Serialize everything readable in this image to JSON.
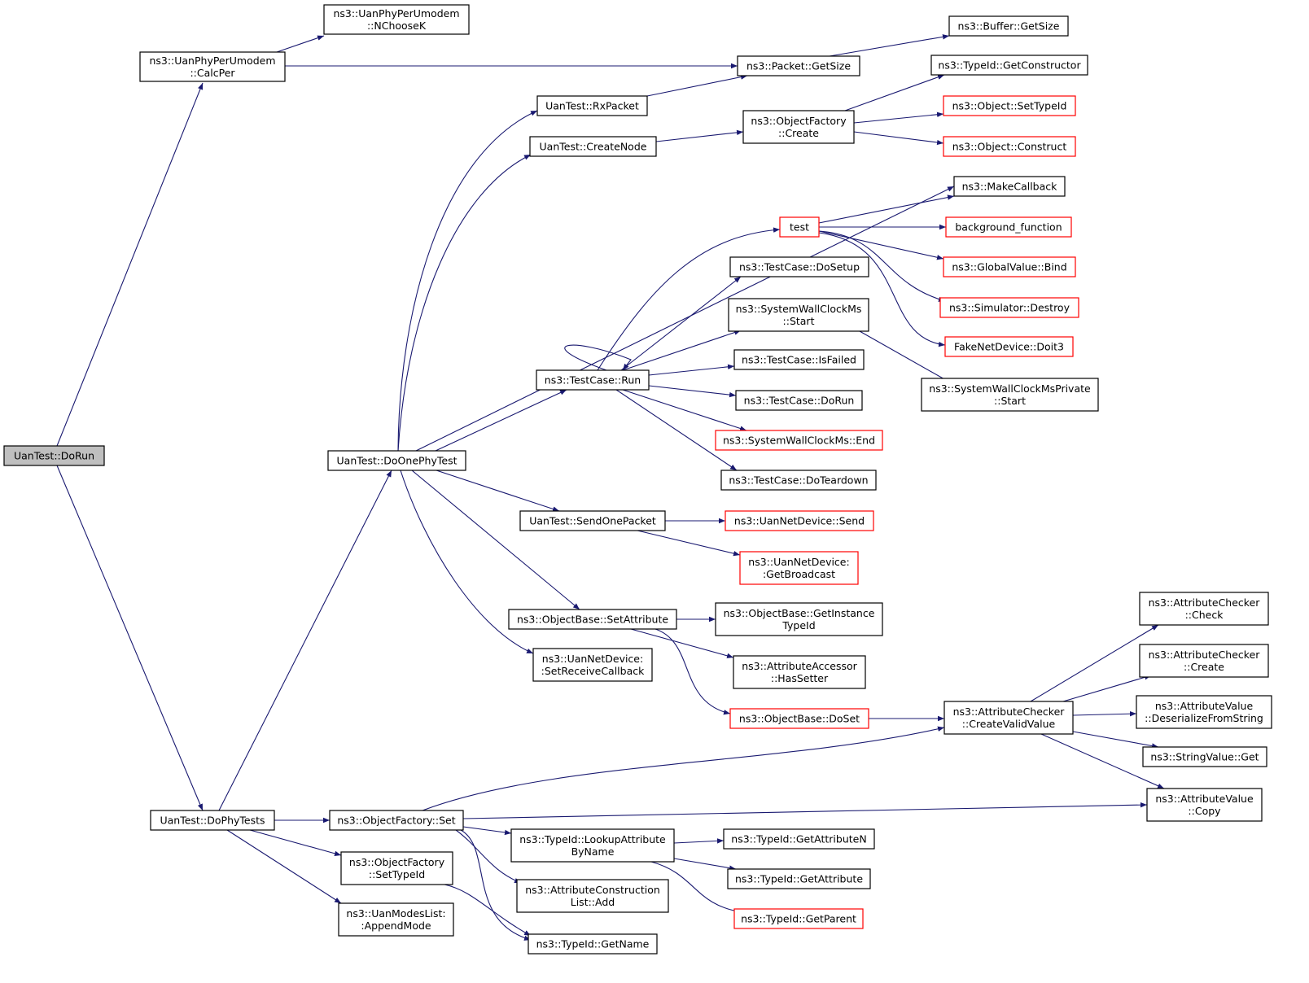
{
  "colors": {
    "edge": "#191970",
    "node_border": "#000000",
    "node_border_truncated": "#ff0000",
    "node_fill": "#ffffff",
    "root_fill": "#bfbfbf"
  },
  "nodes": {
    "doRun": {
      "lines": [
        "UanTest::DoRun"
      ],
      "style": "root"
    },
    "calcPer": {
      "lines": [
        "ns3::UanPhyPerUmodem",
        "::CalcPer"
      ],
      "style": "normal"
    },
    "nChooseK": {
      "lines": [
        "ns3::UanPhyPerUmodem",
        "::NChooseK"
      ],
      "style": "normal"
    },
    "packetGetSize": {
      "lines": [
        "ns3::Packet::GetSize"
      ],
      "style": "normal"
    },
    "bufferGetSize": {
      "lines": [
        "ns3::Buffer::GetSize"
      ],
      "style": "normal"
    },
    "rxPacket": {
      "lines": [
        "UanTest::RxPacket"
      ],
      "style": "normal"
    },
    "createNode": {
      "lines": [
        "UanTest::CreateNode"
      ],
      "style": "normal"
    },
    "objectFactoryCreate": {
      "lines": [
        "ns3::ObjectFactory",
        "::Create"
      ],
      "style": "normal"
    },
    "typeIdGetConstructor": {
      "lines": [
        "ns3::TypeId::GetConstructor"
      ],
      "style": "normal"
    },
    "objectSetTypeId": {
      "lines": [
        "ns3::Object::SetTypeId"
      ],
      "style": "truncated"
    },
    "objectConstruct": {
      "lines": [
        "ns3::Object::Construct"
      ],
      "style": "truncated"
    },
    "makeCallback": {
      "lines": [
        "ns3::MakeCallback"
      ],
      "style": "normal"
    },
    "test": {
      "lines": [
        "test"
      ],
      "style": "truncated"
    },
    "backgroundFunction": {
      "lines": [
        "background_function"
      ],
      "style": "truncated"
    },
    "globalValueBind": {
      "lines": [
        "ns3::GlobalValue::Bind"
      ],
      "style": "truncated"
    },
    "simulatorDestroy": {
      "lines": [
        "ns3::Simulator::Destroy"
      ],
      "style": "truncated"
    },
    "fakeNetDeviceDoit3": {
      "lines": [
        "FakeNetDevice::Doit3"
      ],
      "style": "truncated"
    },
    "testCaseDoSetup": {
      "lines": [
        "ns3::TestCase::DoSetup"
      ],
      "style": "normal"
    },
    "wallClockStart": {
      "lines": [
        "ns3::SystemWallClockMs",
        "::Start"
      ],
      "style": "normal"
    },
    "wallClockPrivateStart": {
      "lines": [
        "ns3::SystemWallClockMsPrivate",
        "::Start"
      ],
      "style": "normal"
    },
    "testCaseIsFailed": {
      "lines": [
        "ns3::TestCase::IsFailed"
      ],
      "style": "normal"
    },
    "testCaseRun": {
      "lines": [
        "ns3::TestCase::Run"
      ],
      "style": "normal"
    },
    "testCaseDoRun": {
      "lines": [
        "ns3::TestCase::DoRun"
      ],
      "style": "normal"
    },
    "wallClockEnd": {
      "lines": [
        "ns3::SystemWallClockMs::End"
      ],
      "style": "truncated"
    },
    "testCaseDoTeardown": {
      "lines": [
        "ns3::TestCase::DoTeardown"
      ],
      "style": "normal"
    },
    "doOnePhyTest": {
      "lines": [
        "UanTest::DoOnePhyTest"
      ],
      "style": "normal"
    },
    "sendOnePacket": {
      "lines": [
        "UanTest::SendOnePacket"
      ],
      "style": "normal"
    },
    "uanNetDeviceSend": {
      "lines": [
        "ns3::UanNetDevice::Send"
      ],
      "style": "truncated"
    },
    "uanNetDeviceGetBroadcast": {
      "lines": [
        "ns3::UanNetDevice:",
        ":GetBroadcast"
      ],
      "style": "truncated"
    },
    "objectBaseSetAttribute": {
      "lines": [
        "ns3::ObjectBase::SetAttribute"
      ],
      "style": "normal"
    },
    "objectBaseGetInstanceTypeId": {
      "lines": [
        "ns3::ObjectBase::GetInstance",
        "TypeId"
      ],
      "style": "normal"
    },
    "uanNetDeviceSetReceiveCallback": {
      "lines": [
        "ns3::UanNetDevice:",
        ":SetReceiveCallback"
      ],
      "style": "normal"
    },
    "attributeAccessorHasSetter": {
      "lines": [
        "ns3::AttributeAccessor",
        "::HasSetter"
      ],
      "style": "normal"
    },
    "objectBaseDoSet": {
      "lines": [
        "ns3::ObjectBase::DoSet"
      ],
      "style": "truncated"
    },
    "attributeCheckerCreateValidValue": {
      "lines": [
        "ns3::AttributeChecker",
        "::CreateValidValue"
      ],
      "style": "normal"
    },
    "attributeCheckerCheck": {
      "lines": [
        "ns3::AttributeChecker",
        "::Check"
      ],
      "style": "normal"
    },
    "attributeCheckerCreate": {
      "lines": [
        "ns3::AttributeChecker",
        "::Create"
      ],
      "style": "normal"
    },
    "attributeValueDeserialize": {
      "lines": [
        "ns3::AttributeValue",
        "::DeserializeFromString"
      ],
      "style": "normal"
    },
    "stringValueGet": {
      "lines": [
        "ns3::StringValue::Get"
      ],
      "style": "normal"
    },
    "attributeValueCopy": {
      "lines": [
        "ns3::AttributeValue",
        "::Copy"
      ],
      "style": "normal"
    },
    "doPhyTests": {
      "lines": [
        "UanTest::DoPhyTests"
      ],
      "style": "normal"
    },
    "objectFactorySet": {
      "lines": [
        "ns3::ObjectFactory::Set"
      ],
      "style": "normal"
    },
    "objectFactorySetTypeId": {
      "lines": [
        "ns3::ObjectFactory",
        "::SetTypeId"
      ],
      "style": "normal"
    },
    "uanModesListAppendMode": {
      "lines": [
        "ns3::UanModesList:",
        ":AppendMode"
      ],
      "style": "normal"
    },
    "typeIdLookupAttributeByName": {
      "lines": [
        "ns3::TypeId::LookupAttribute",
        "ByName"
      ],
      "style": "normal"
    },
    "typeIdGetAttributeN": {
      "lines": [
        "ns3::TypeId::GetAttributeN"
      ],
      "style": "normal"
    },
    "typeIdGetAttribute": {
      "lines": [
        "ns3::TypeId::GetAttribute"
      ],
      "style": "normal"
    },
    "typeIdGetParent": {
      "lines": [
        "ns3::TypeId::GetParent"
      ],
      "style": "truncated"
    },
    "attributeConstructionListAdd": {
      "lines": [
        "ns3::AttributeConstruction",
        "List::Add"
      ],
      "style": "normal"
    },
    "typeIdGetName": {
      "lines": [
        "ns3::TypeId::GetName"
      ],
      "style": "normal"
    }
  },
  "edges": [
    {
      "from": "doRun",
      "to": "calcPer"
    },
    {
      "from": "doRun",
      "to": "doPhyTests"
    },
    {
      "from": "calcPer",
      "to": "nChooseK"
    },
    {
      "from": "calcPer",
      "to": "packetGetSize"
    },
    {
      "from": "packetGetSize",
      "to": "bufferGetSize"
    },
    {
      "from": "rxPacket",
      "to": "packetGetSize"
    },
    {
      "from": "createNode",
      "to": "objectFactoryCreate"
    },
    {
      "from": "objectFactoryCreate",
      "to": "typeIdGetConstructor"
    },
    {
      "from": "objectFactoryCreate",
      "to": "objectSetTypeId"
    },
    {
      "from": "objectFactoryCreate",
      "to": "objectConstruct"
    },
    {
      "from": "test",
      "to": "makeCallback"
    },
    {
      "from": "test",
      "to": "backgroundFunction"
    },
    {
      "from": "test",
      "to": "globalValueBind"
    },
    {
      "from": "test",
      "to": "simulatorDestroy"
    },
    {
      "from": "test",
      "to": "fakeNetDeviceDoit3"
    },
    {
      "from": "testCaseRun",
      "to": "test"
    },
    {
      "from": "testCaseRun",
      "to": "testCaseDoSetup"
    },
    {
      "from": "testCaseRun",
      "to": "wallClockStart"
    },
    {
      "from": "testCaseRun",
      "to": "testCaseIsFailed"
    },
    {
      "from": "testCaseRun",
      "to": "testCaseDoRun"
    },
    {
      "from": "testCaseRun",
      "to": "wallClockEnd"
    },
    {
      "from": "testCaseRun",
      "to": "testCaseDoTeardown"
    },
    {
      "from": "testCaseRun",
      "to": "testCaseRun"
    },
    {
      "from": "wallClockStart",
      "to": "wallClockPrivateStart"
    },
    {
      "from": "doOnePhyTest",
      "to": "rxPacket"
    },
    {
      "from": "doOnePhyTest",
      "to": "createNode"
    },
    {
      "from": "doOnePhyTest",
      "to": "makeCallback"
    },
    {
      "from": "doOnePhyTest",
      "to": "testCaseRun"
    },
    {
      "from": "doOnePhyTest",
      "to": "sendOnePacket"
    },
    {
      "from": "doOnePhyTest",
      "to": "objectBaseSetAttribute"
    },
    {
      "from": "doOnePhyTest",
      "to": "uanNetDeviceSetReceiveCallback"
    },
    {
      "from": "sendOnePacket",
      "to": "uanNetDeviceSend"
    },
    {
      "from": "sendOnePacket",
      "to": "uanNetDeviceGetBroadcast"
    },
    {
      "from": "objectBaseSetAttribute",
      "to": "objectBaseGetInstanceTypeId"
    },
    {
      "from": "objectBaseSetAttribute",
      "to": "attributeAccessorHasSetter"
    },
    {
      "from": "objectBaseSetAttribute",
      "to": "objectBaseDoSet"
    },
    {
      "from": "objectBaseDoSet",
      "to": "attributeCheckerCreateValidValue"
    },
    {
      "from": "attributeCheckerCreateValidValue",
      "to": "attributeCheckerCheck"
    },
    {
      "from": "attributeCheckerCreateValidValue",
      "to": "attributeCheckerCreate"
    },
    {
      "from": "attributeCheckerCreateValidValue",
      "to": "attributeValueDeserialize"
    },
    {
      "from": "attributeCheckerCreateValidValue",
      "to": "stringValueGet"
    },
    {
      "from": "attributeCheckerCreateValidValue",
      "to": "attributeValueCopy"
    },
    {
      "from": "doPhyTests",
      "to": "doOnePhyTest"
    },
    {
      "from": "doPhyTests",
      "to": "objectFactorySet"
    },
    {
      "from": "doPhyTests",
      "to": "objectFactorySetTypeId"
    },
    {
      "from": "doPhyTests",
      "to": "uanModesListAppendMode"
    },
    {
      "from": "objectFactorySet",
      "to": "attributeCheckerCreateValidValue"
    },
    {
      "from": "objectFactorySet",
      "to": "attributeValueCopy"
    },
    {
      "from": "objectFactorySet",
      "to": "typeIdLookupAttributeByName"
    },
    {
      "from": "objectFactorySet",
      "to": "attributeConstructionListAdd"
    },
    {
      "from": "objectFactorySet",
      "to": "typeIdGetName"
    },
    {
      "from": "objectFactorySetTypeId",
      "to": "typeIdGetName"
    },
    {
      "from": "typeIdLookupAttributeByName",
      "to": "typeIdGetAttributeN"
    },
    {
      "from": "typeIdLookupAttributeByName",
      "to": "typeIdGetAttribute"
    },
    {
      "from": "typeIdLookupAttributeByName",
      "to": "typeIdGetParent"
    }
  ]
}
